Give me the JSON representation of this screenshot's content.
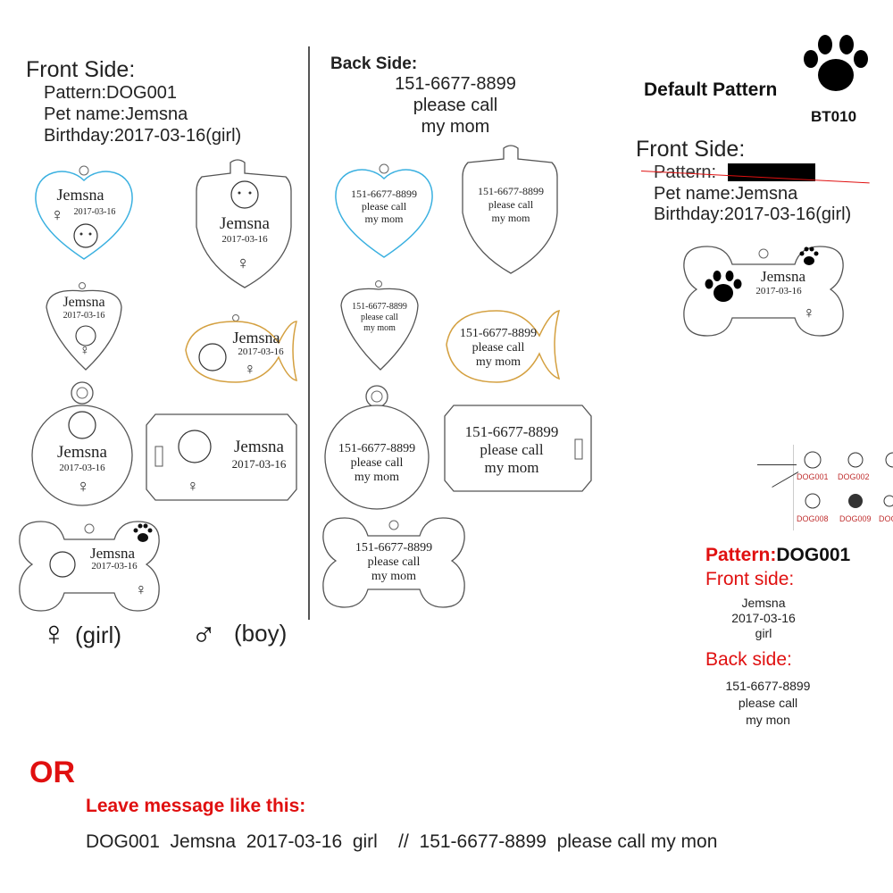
{
  "front": {
    "heading": "Front Side:",
    "pattern": "Pattern:DOG001",
    "pet_name": "Pet name:Jemsna",
    "birthday": "Birthday:2017-03-16(girl)"
  },
  "tag_front": {
    "name": "Jemsna",
    "date": "2017-03-16"
  },
  "back": {
    "heading": "Back Side:",
    "phone": "151-6677-8899",
    "line2": "please call",
    "line3": "my mom"
  },
  "gender": {
    "girl": "(girl)",
    "boy": "(boy)",
    "female_symbol": "♀",
    "male_symbol": "♂"
  },
  "default": {
    "title": "Default Pattern",
    "code": "BT010",
    "front_heading": "Front Side:",
    "pattern_label": "Pattern:",
    "pet_name": "Pet name:Jemsna",
    "birthday": "Birthday:2017-03-16(girl)"
  },
  "patterns": {
    "p1": "DOG001",
    "p2": "DOG002",
    "p3": "DOG008",
    "p4": "DOG009",
    "p5": "DOG"
  },
  "summary": {
    "pattern_label": "Pattern:",
    "pattern_value": "DOG001",
    "front_label": "Front side:",
    "front_line1": "Jemsna",
    "front_line2": "2017-03-16",
    "front_line3": "girl",
    "back_label": "Back side:",
    "back_line1": "151-6677-8899",
    "back_line2": "please call",
    "back_line3": "my mon"
  },
  "or_text": "OR",
  "leave_message": "Leave message like this:",
  "example_message": "DOG001  Jemsna  2017-03-16  girl    //  151-6677-8899  please call my mon",
  "colors": {
    "red": "#e01010",
    "blue": "#3ab0e0",
    "gold": "#d4a040"
  }
}
